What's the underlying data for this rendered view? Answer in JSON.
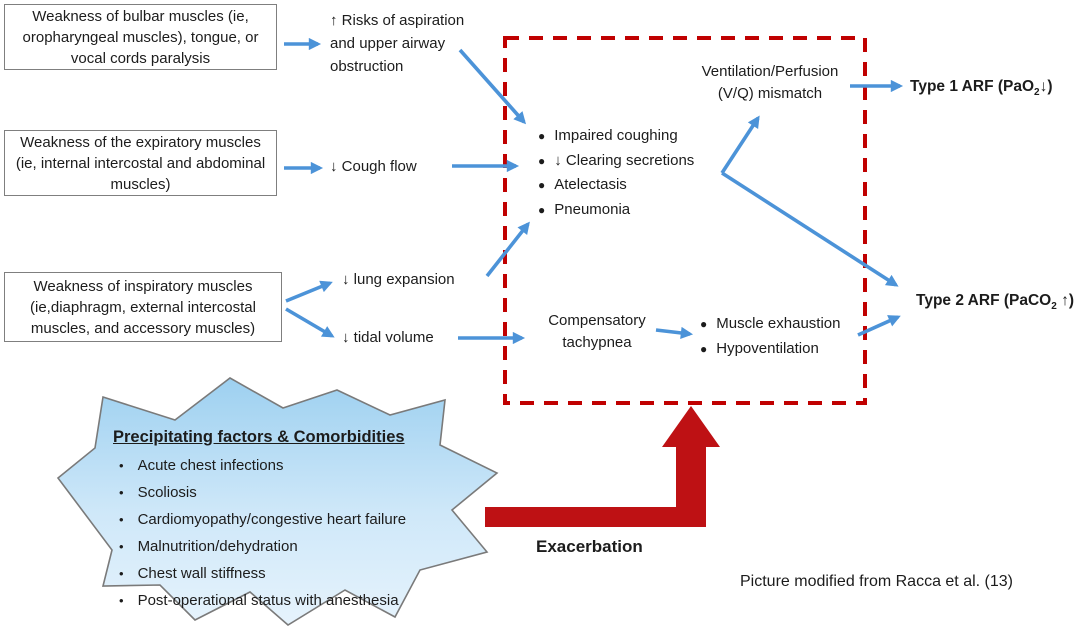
{
  "boxes": {
    "bulbar": "Weakness of bulbar muscles (ie, oropharyngeal muscles), tongue, or vocal cords paralysis",
    "expiratory": "Weakness of the expiratory muscles (ie, internal intercostal and abdominal muscles)",
    "inspiratory": "Weakness of inspiratory muscles (ie,diaphragm, external intercostal muscles, and accessory muscles)"
  },
  "labels": {
    "risks": "↑ Risks of aspiration and upper airway obstruction",
    "cough_flow": "↓ Cough flow",
    "lung_expansion": "↓ lung expansion",
    "tidal_volume": "↓ tidal volume",
    "compensatory": "Compensatory tachypnea",
    "vq_mismatch": "Ventilation/Perfusion (V/Q) mismatch",
    "exacerbation": "Exacerbation",
    "citation": "Picture modified from Racca et al. (13)"
  },
  "outcomes": {
    "type1": {
      "pre": "Type 1 ARF (PaO",
      "sub": "2",
      "post": "↓)"
    },
    "type2": {
      "pre": "Type 2 ARF (PaCO",
      "sub": "2",
      "post": " ↑)"
    }
  },
  "center_bullets": [
    "Impaired coughing",
    "↓ Clearing secretions",
    "Atelectasis",
    "Pneumonia"
  ],
  "right_bullets": [
    "Muscle exhaustion",
    "Hypoventilation"
  ],
  "starburst": {
    "title": "Precipitating factors & Comorbidities",
    "items": [
      "Acute chest infections",
      "Scoliosis",
      "Cardiomyopathy/congestive heart failure",
      "Malnutrition/dehydration",
      "Chest wall stiffness",
      "Post-operational status with anesthesia"
    ]
  },
  "colors": {
    "arrow_blue": "#4C93D8",
    "dashed_red": "#C00000",
    "exacerbation_red": "#BE1114",
    "box_border": "#7f7f7f",
    "starburst_top": "#9DD0F0",
    "starburst_bottom": "#E6F3FC"
  }
}
